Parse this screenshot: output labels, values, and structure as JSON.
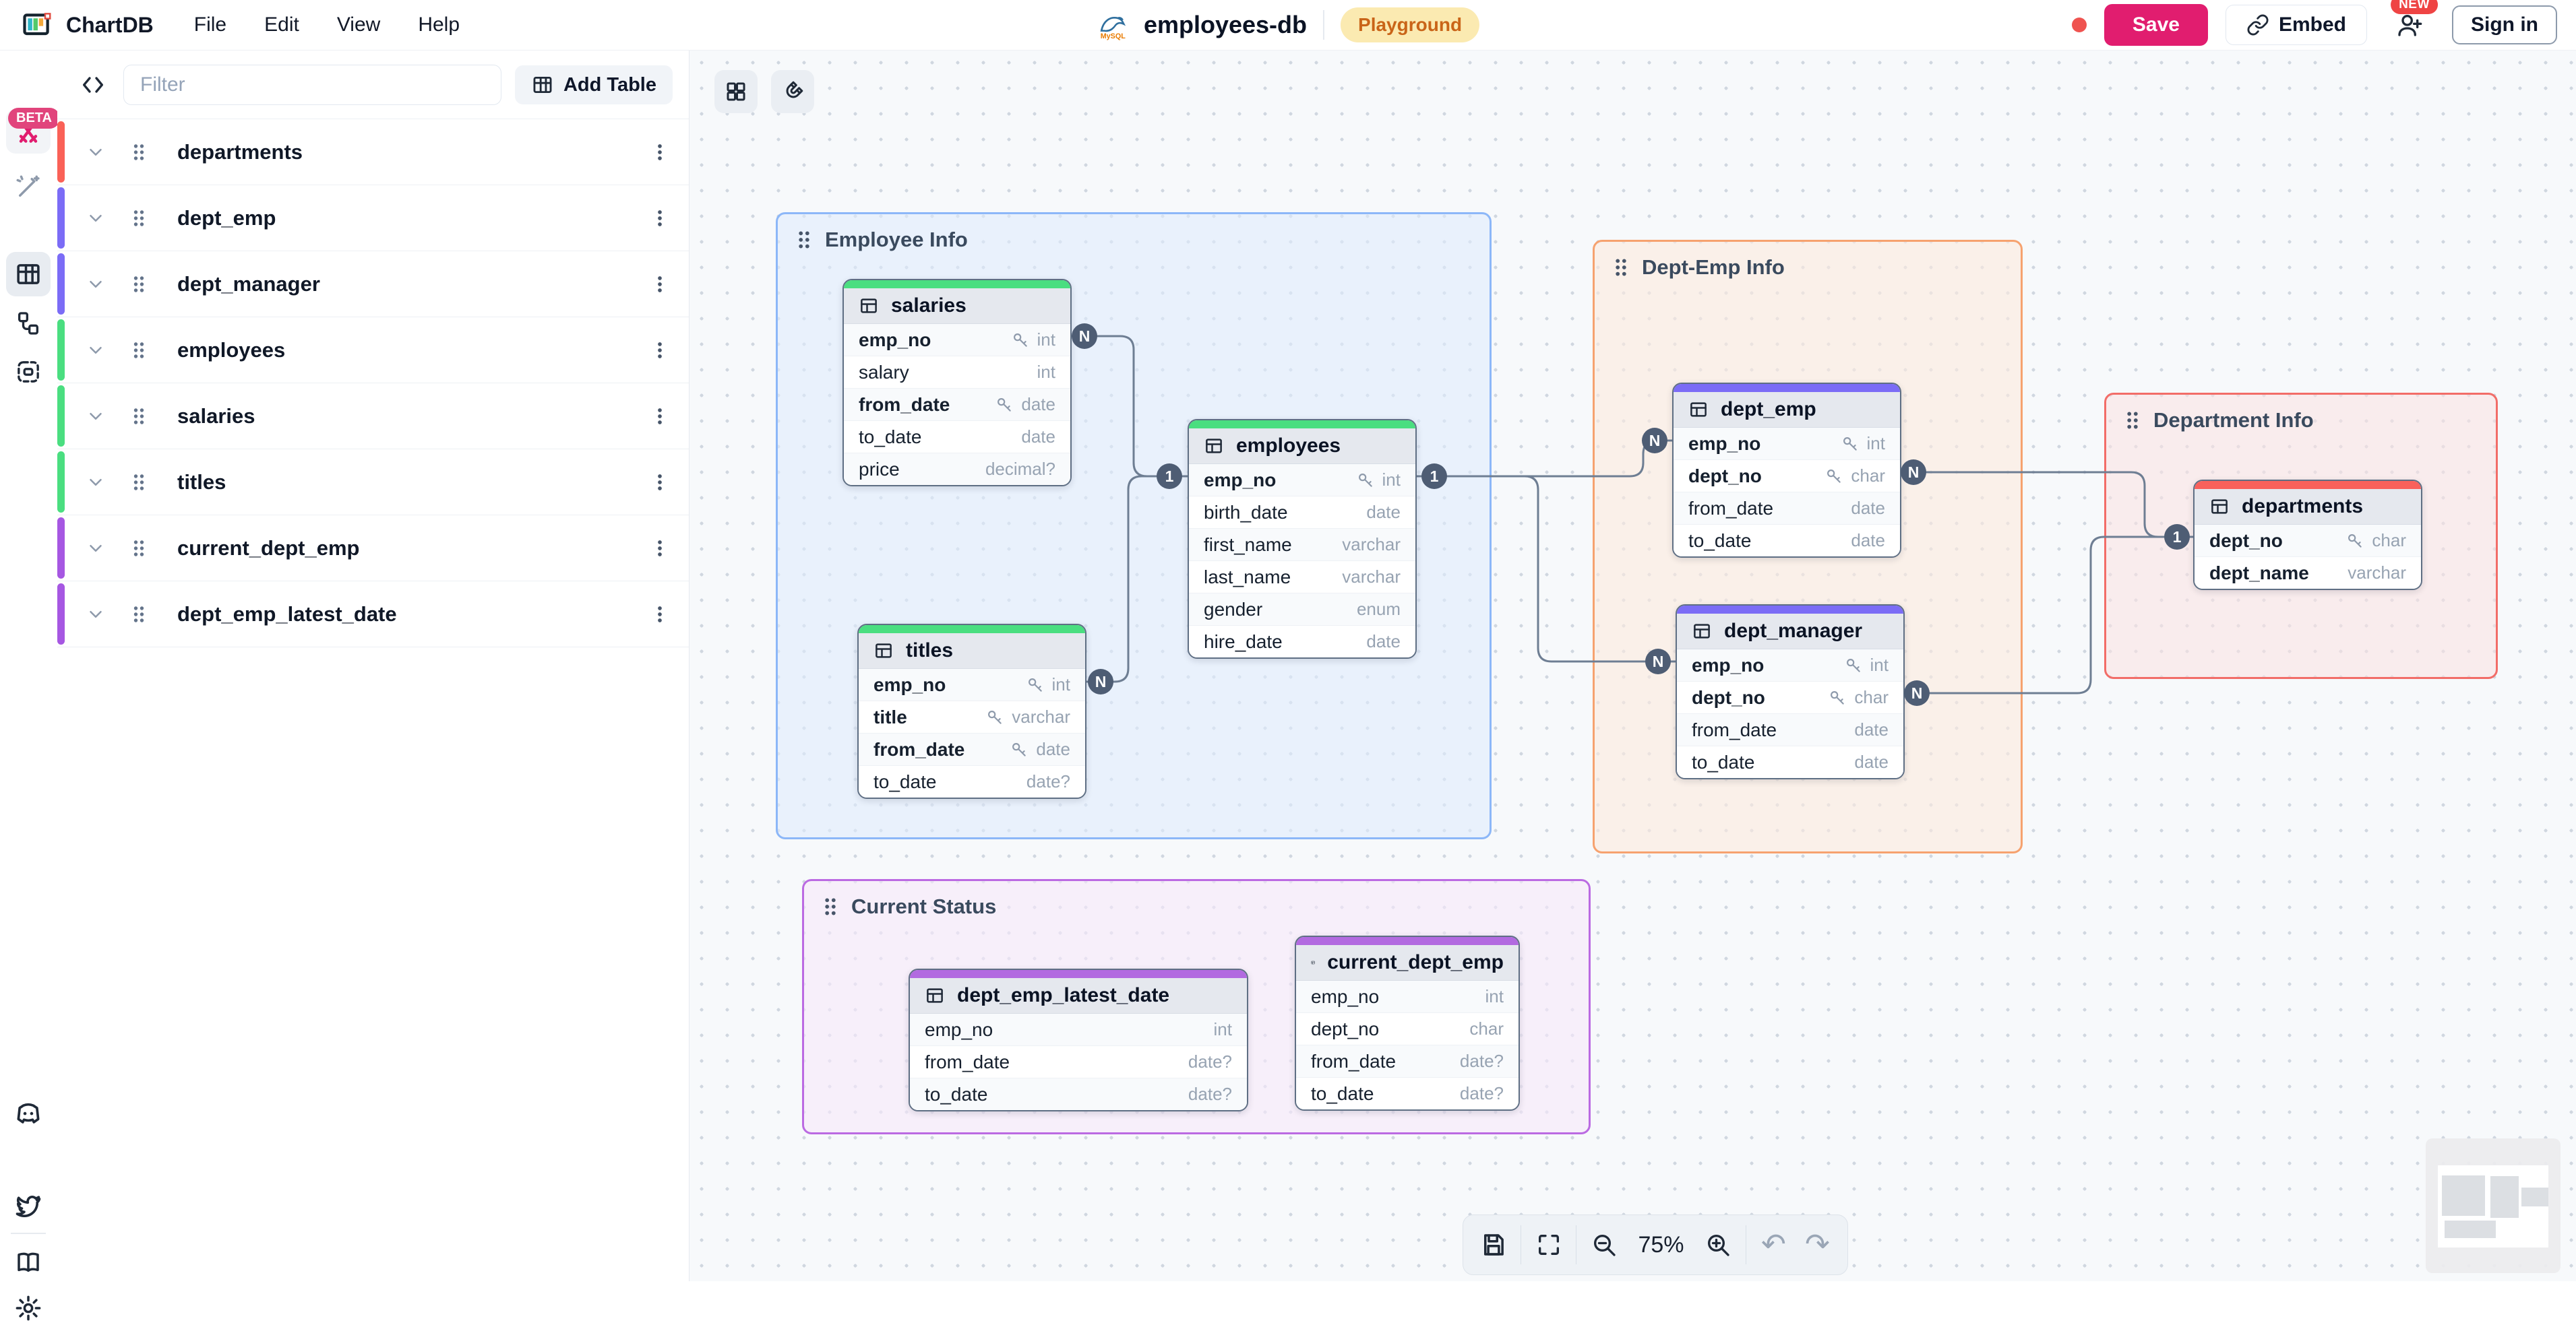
{
  "app": {
    "brand": "ChartDB",
    "menu": {
      "file": "File",
      "edit": "Edit",
      "view": "View",
      "help": "Help"
    },
    "database_name": "employees-db",
    "database_type": "MySQL",
    "env_badge": "Playground",
    "save_label": "Save",
    "embed_label": "Embed",
    "signin_label": "Sign in",
    "new_badge": "NEW",
    "beta_badge": "BETA"
  },
  "colors": {
    "accent_pink": "#e11d6f",
    "badge_amber_bg": "#fbeab1",
    "badge_amber_text": "#c96418",
    "green": "#4ade80",
    "indigo": "#7b6cf6",
    "red": "#f9615b",
    "purple": "#b26ae0",
    "group_blue_border": "#8cb7f8",
    "group_orange_border": "#f6a26f",
    "group_red_border": "#f26d68",
    "group_purple_border": "#bb6ae2",
    "wire": "#6e7e93"
  },
  "sidebar": {
    "filter_placeholder": "Filter",
    "add_table_label": "Add Table",
    "tables": [
      {
        "name": "departments",
        "color": "#fa6157"
      },
      {
        "name": "dept_emp",
        "color": "#7b6cf6"
      },
      {
        "name": "dept_manager",
        "color": "#7b6cf6"
      },
      {
        "name": "employees",
        "color": "#4ade80"
      },
      {
        "name": "salaries",
        "color": "#4ade80"
      },
      {
        "name": "titles",
        "color": "#4ade80"
      },
      {
        "name": "current_dept_emp",
        "color": "#a657e2"
      },
      {
        "name": "dept_emp_latest_date",
        "color": "#a657e2"
      }
    ]
  },
  "canvas": {
    "zoom_level": "75%",
    "groups": [
      {
        "label": "Employee Info",
        "color": "blue"
      },
      {
        "label": "Dept-Emp Info",
        "color": "orange"
      },
      {
        "label": "Department Info",
        "color": "red"
      },
      {
        "label": "Current Status",
        "color": "purple"
      }
    ],
    "tables": [
      {
        "name": "salaries",
        "color": "green",
        "fields": [
          {
            "name": "emp_no",
            "type": "int",
            "pk": true
          },
          {
            "name": "salary",
            "type": "int",
            "pk": false
          },
          {
            "name": "from_date",
            "type": "date",
            "pk": true
          },
          {
            "name": "to_date",
            "type": "date",
            "pk": false
          },
          {
            "name": "price",
            "type": "decimal?",
            "pk": false
          }
        ]
      },
      {
        "name": "titles",
        "color": "green",
        "fields": [
          {
            "name": "emp_no",
            "type": "int",
            "pk": true
          },
          {
            "name": "title",
            "type": "varchar",
            "pk": true
          },
          {
            "name": "from_date",
            "type": "date",
            "pk": true
          },
          {
            "name": "to_date",
            "type": "date?",
            "pk": false
          }
        ]
      },
      {
        "name": "employees",
        "color": "green",
        "fields": [
          {
            "name": "emp_no",
            "type": "int",
            "pk": true
          },
          {
            "name": "birth_date",
            "type": "date",
            "pk": false
          },
          {
            "name": "first_name",
            "type": "varchar",
            "pk": false
          },
          {
            "name": "last_name",
            "type": "varchar",
            "pk": false
          },
          {
            "name": "gender",
            "type": "enum",
            "pk": false
          },
          {
            "name": "hire_date",
            "type": "date",
            "pk": false
          }
        ]
      },
      {
        "name": "dept_emp",
        "color": "indigo",
        "fields": [
          {
            "name": "emp_no",
            "type": "int",
            "pk": true
          },
          {
            "name": "dept_no",
            "type": "char",
            "pk": true
          },
          {
            "name": "from_date",
            "type": "date",
            "pk": false
          },
          {
            "name": "to_date",
            "type": "date",
            "pk": false
          }
        ]
      },
      {
        "name": "dept_manager",
        "color": "indigo",
        "fields": [
          {
            "name": "emp_no",
            "type": "int",
            "pk": true
          },
          {
            "name": "dept_no",
            "type": "char",
            "pk": true
          },
          {
            "name": "from_date",
            "type": "date",
            "pk": false
          },
          {
            "name": "to_date",
            "type": "date",
            "pk": false
          }
        ]
      },
      {
        "name": "departments",
        "color": "red",
        "fields": [
          {
            "name": "dept_no",
            "type": "char",
            "pk": true
          },
          {
            "name": "dept_name",
            "type": "varchar",
            "pk": false
          }
        ]
      },
      {
        "name": "dept_emp_latest_date",
        "color": "purple",
        "fields": [
          {
            "name": "emp_no",
            "type": "int",
            "pk": false
          },
          {
            "name": "from_date",
            "type": "date?",
            "pk": false
          },
          {
            "name": "to_date",
            "type": "date?",
            "pk": false
          }
        ]
      },
      {
        "name": "current_dept_emp",
        "color": "purple",
        "fields": [
          {
            "name": "emp_no",
            "type": "int",
            "pk": false
          },
          {
            "name": "dept_no",
            "type": "char",
            "pk": false
          },
          {
            "name": "from_date",
            "type": "date?",
            "pk": false
          },
          {
            "name": "to_date",
            "type": "date?",
            "pk": false
          }
        ]
      }
    ],
    "cardinality_badges": [
      {
        "label": "N"
      },
      {
        "label": "N"
      },
      {
        "label": "1"
      },
      {
        "label": "1"
      },
      {
        "label": "N"
      },
      {
        "label": "N"
      },
      {
        "label": "N"
      },
      {
        "label": "N"
      },
      {
        "label": "1"
      }
    ]
  }
}
